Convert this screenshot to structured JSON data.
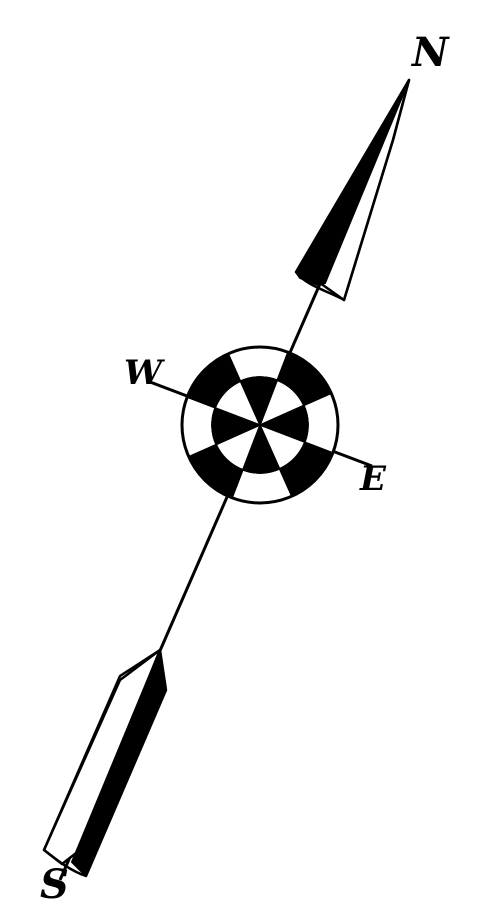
{
  "compass": {
    "labels": {
      "north": "N",
      "south": "S",
      "east": "E",
      "west": "W"
    },
    "colors": {
      "ink": "#000000",
      "paper": "#ffffff"
    }
  }
}
